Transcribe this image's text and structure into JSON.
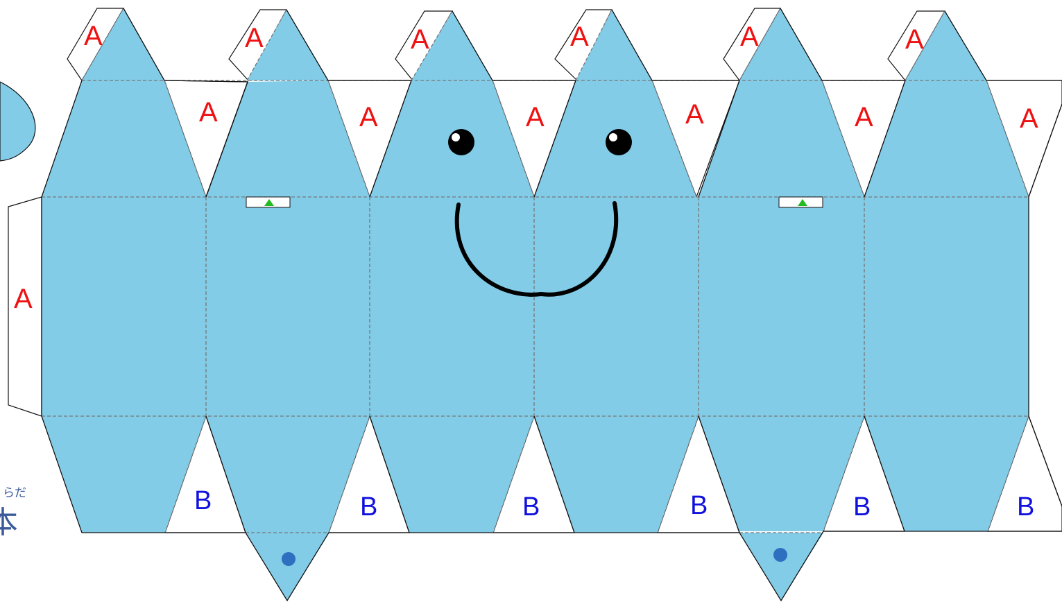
{
  "labels": {
    "top_glue": [
      "A",
      "A",
      "A",
      "A",
      "A",
      "A"
    ],
    "side_glue": [
      "A",
      "A",
      "A",
      "A",
      "A",
      "A"
    ],
    "left_glue": "A",
    "bottom_glue": [
      "B",
      "B",
      "B",
      "B",
      "B",
      "B"
    ]
  },
  "caption": {
    "ruby": "らだ",
    "kanji": "本"
  },
  "colors": {
    "face": "#82cce8",
    "glue_tab": "#ffffff",
    "label_a": "#ee1111",
    "label_b": "#1111dd",
    "marker_triangle": "#22bb22",
    "marker_dot": "#2e6fbf",
    "eyes_mouth": "#000000"
  }
}
